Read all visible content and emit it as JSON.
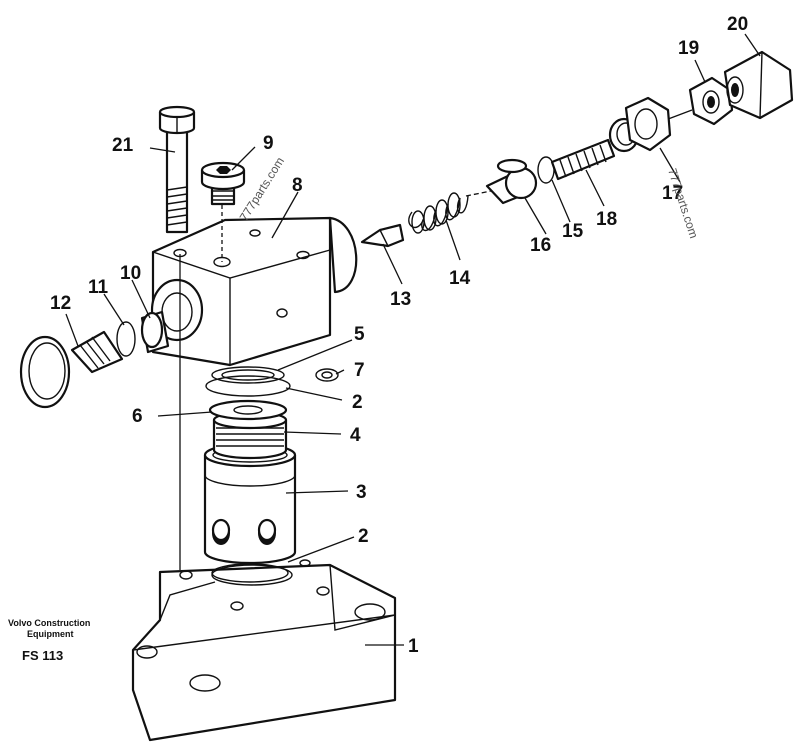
{
  "labels": {
    "p1": "1",
    "p2a": "2",
    "p2b": "2",
    "p3": "3",
    "p4": "4",
    "p5": "5",
    "p6": "6",
    "p7": "7",
    "p8": "8",
    "p9": "9",
    "p10": "10",
    "p11": "11",
    "p12": "12",
    "p13": "13",
    "p14": "14",
    "p15": "15",
    "p16": "16",
    "p17": "17",
    "p18": "18",
    "p19": "19",
    "p20": "20",
    "p21": "21"
  },
  "watermarks": {
    "w1": "777parts.com",
    "w2": "777parts.com"
  },
  "caption": {
    "maker_line1": "Volvo Construction",
    "maker_line2": "Equipment",
    "code": "FS 113"
  }
}
